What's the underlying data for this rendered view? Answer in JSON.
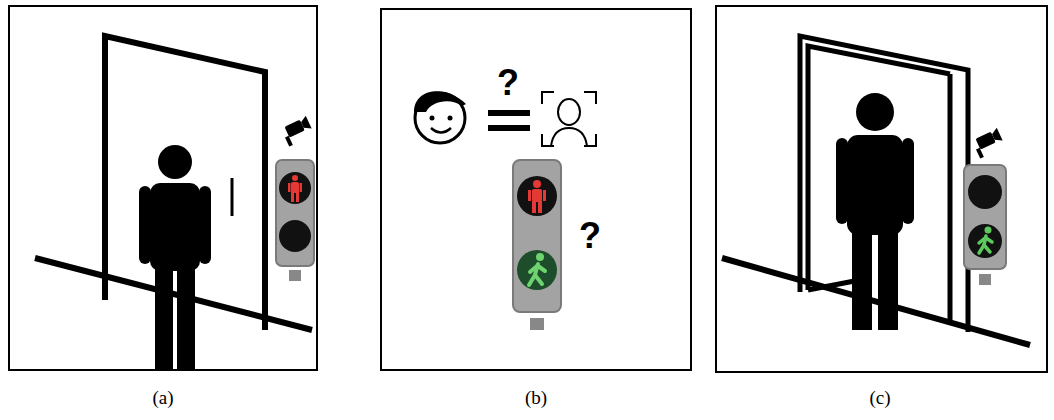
{
  "diagram": {
    "nodes": [
      {
        "text": [
          "(a)"
        ]
      },
      {
        "text": [
          "?",
          "?",
          "(b)"
        ]
      },
      {
        "text": [
          "(c)"
        ]
      }
    ]
  }
}
